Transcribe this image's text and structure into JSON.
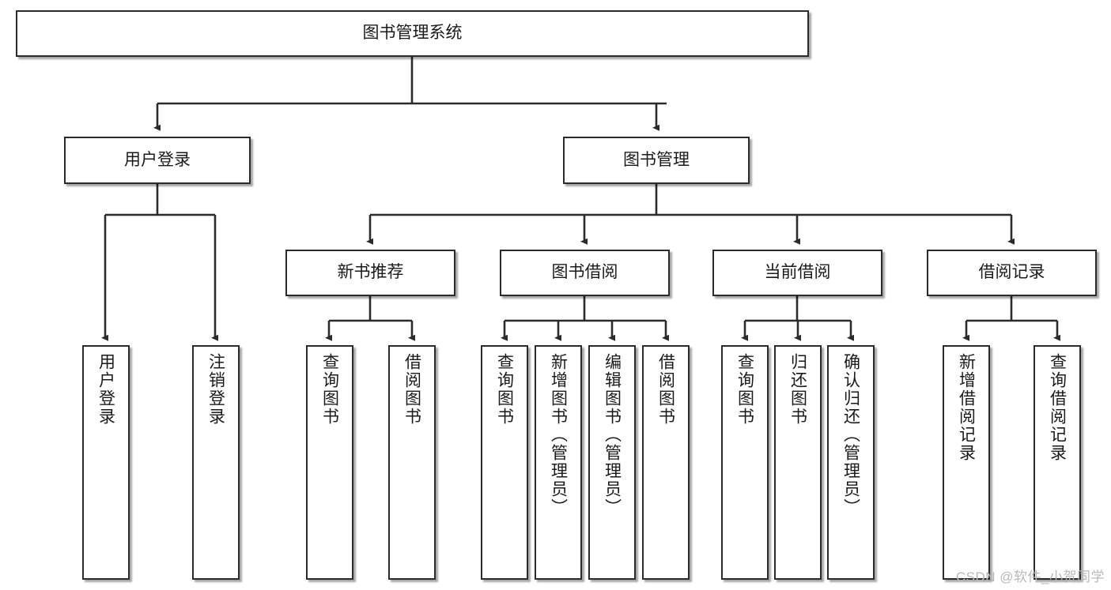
{
  "diagram": {
    "title": "图书管理系统",
    "type": "tree",
    "colors": {
      "box_border": "#2b2b2b",
      "box_fill": "#ffffff",
      "line": "#2b2b2b",
      "text": "#1a1a1a",
      "watermark": "#b9b9b9"
    },
    "root": {
      "label": "图书管理系统"
    },
    "level2": [
      {
        "label": "用户登录"
      },
      {
        "label": "图书管理"
      }
    ],
    "level3": [
      {
        "label": "新书推荐"
      },
      {
        "label": "图书借阅"
      },
      {
        "label": "当前借阅"
      },
      {
        "label": "借阅记录"
      }
    ],
    "leaves": {
      "user_login": [
        {
          "label": "用户登录"
        },
        {
          "label": "注销登录"
        }
      ],
      "new_book_recommend": [
        {
          "label": "查询图书"
        },
        {
          "label": "借阅图书"
        }
      ],
      "book_borrow": [
        {
          "label": "查询图书"
        },
        {
          "label": "新增图书（管理员）"
        },
        {
          "label": "编辑图书（管理员）"
        },
        {
          "label": "借阅图书"
        }
      ],
      "current_borrow": [
        {
          "label": "查询图书"
        },
        {
          "label": "归还图书"
        },
        {
          "label": "确认归还（管理员）"
        }
      ],
      "borrow_records": [
        {
          "label": "新增借阅记录"
        },
        {
          "label": "查询借阅记录"
        }
      ]
    }
  },
  "watermark": {
    "text": "CSDN @软件_小贺同学"
  }
}
